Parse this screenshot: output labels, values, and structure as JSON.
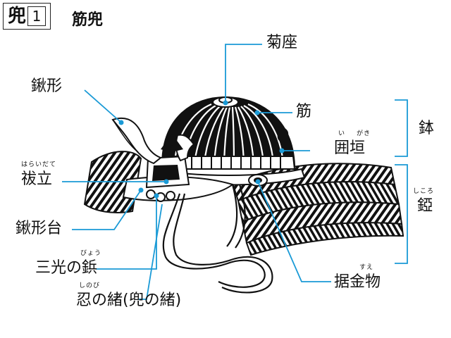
{
  "header": {
    "kabuto": "兜",
    "number": "1",
    "title": "筋兜"
  },
  "labels": {
    "kikuza": "菊座",
    "suji": "筋",
    "igaki": "囲垣",
    "igaki_ruby_i": "い",
    "igaki_ruby_gaki": "がき",
    "kuwagata": "鍬形",
    "haraidate": "祓立",
    "haraidate_ruby": "はらいだて",
    "kuwagatadai": "鍬形台",
    "sankonobyo": "三光の鋲",
    "sankonobyo_ruby": "びょう",
    "shinobinoo": "忍の緒(兜の緒)",
    "shinobinoo_ruby": "しのび",
    "suekanamono": "据金物",
    "suekanamono_ruby": "すえ",
    "hachi": "鉢",
    "shikoro": "錏",
    "shikoro_ruby": "しころ"
  },
  "colors": {
    "leader": "#1a9ad6",
    "ink": "#111111"
  }
}
